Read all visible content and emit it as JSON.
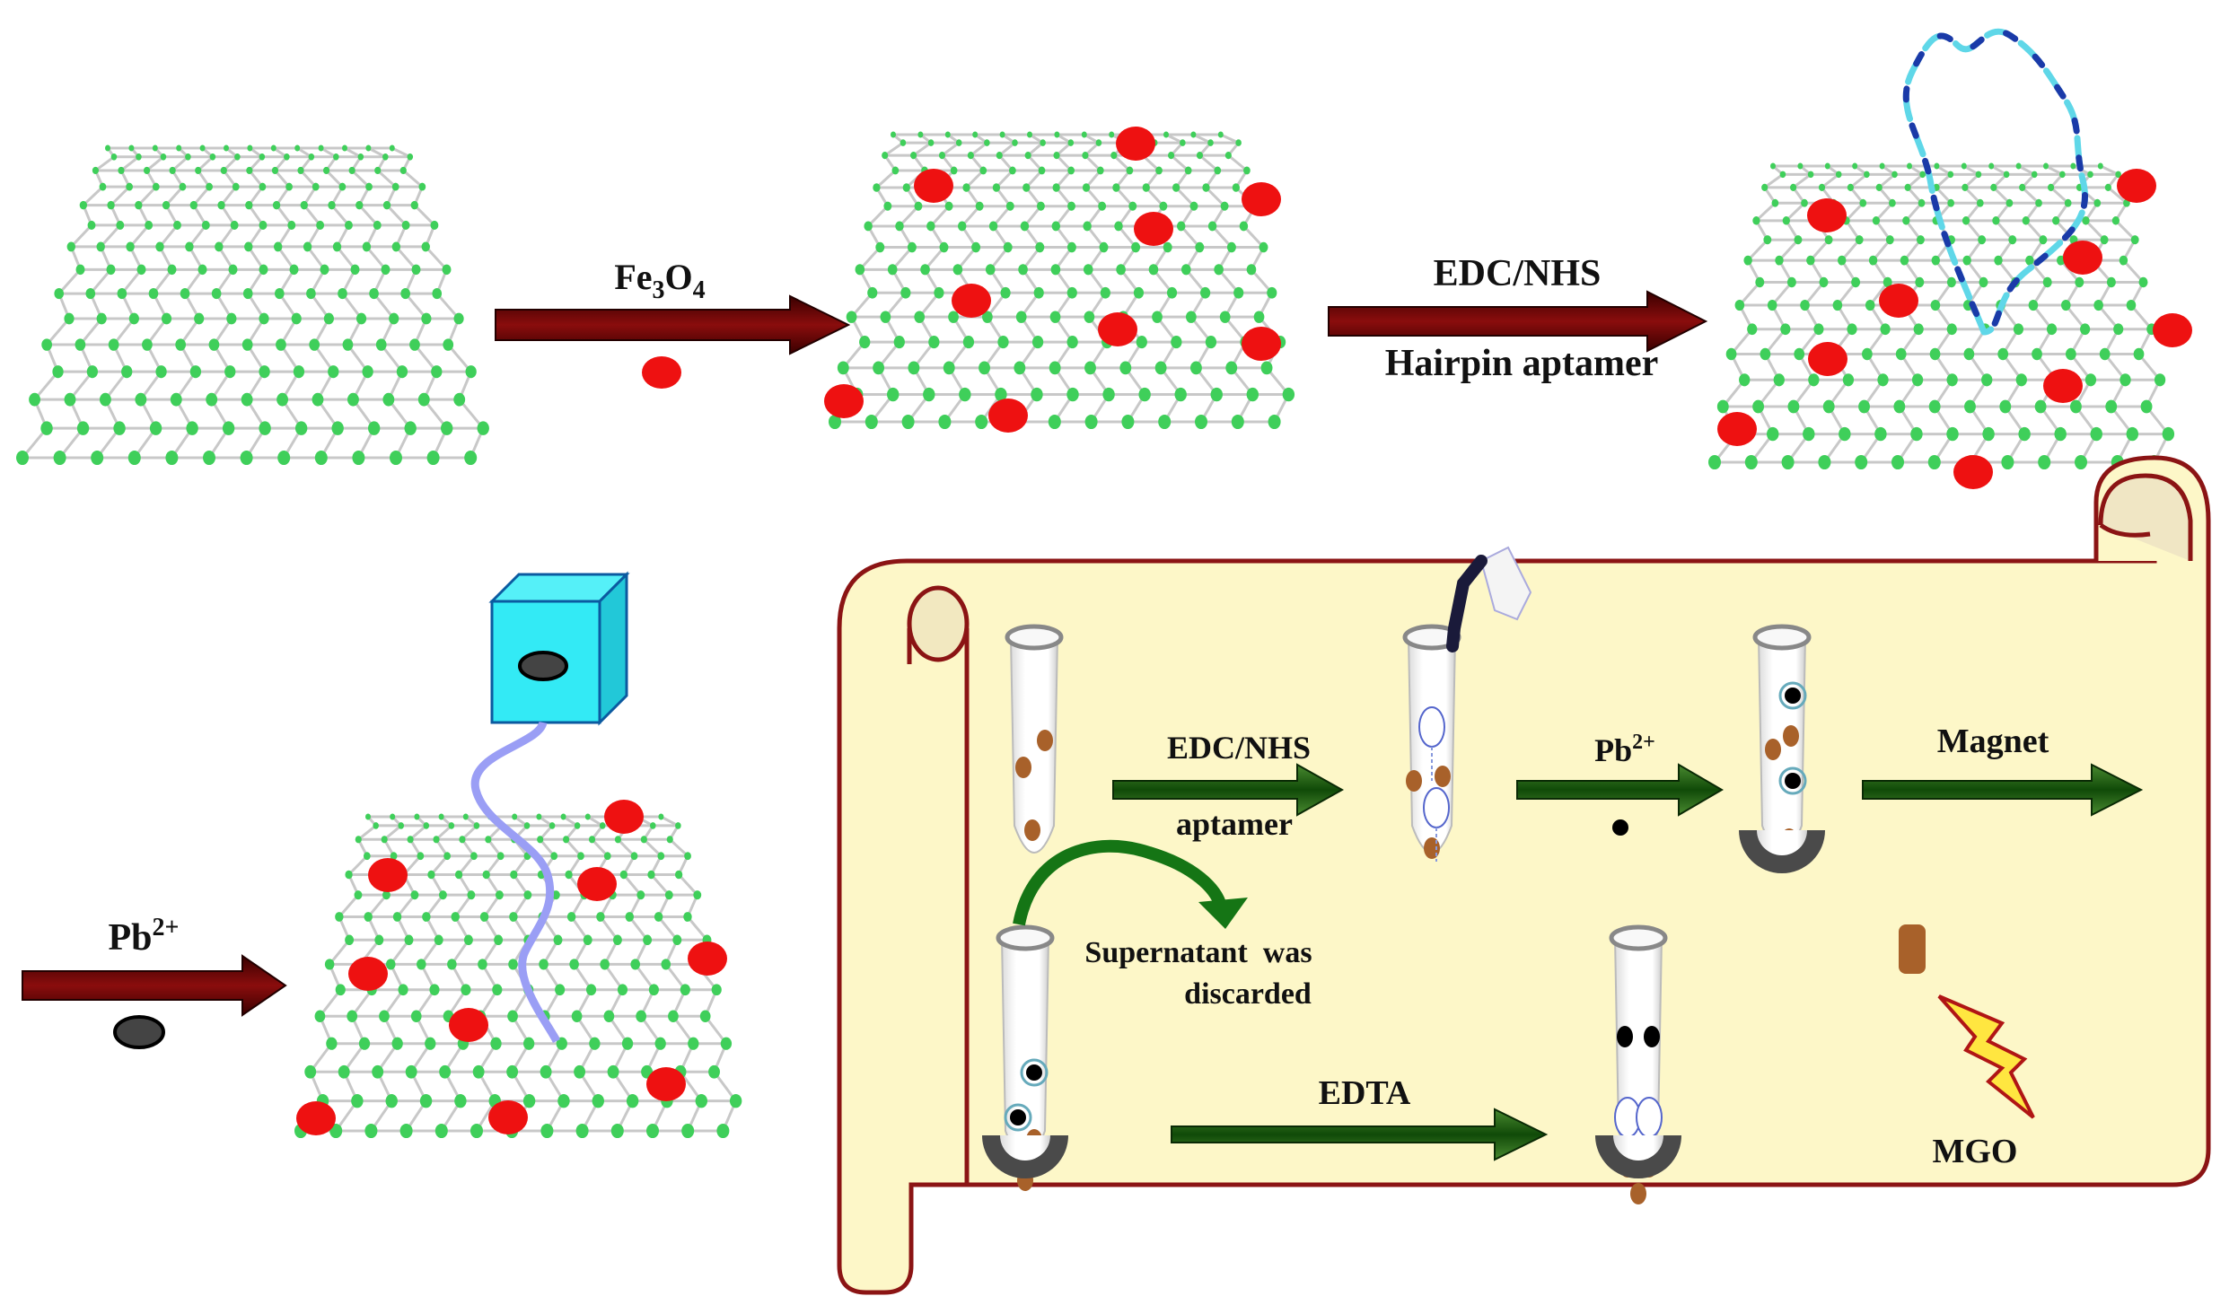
{
  "steps": {
    "step1": {
      "label": "Fe",
      "sub1": "3",
      "mid": "O",
      "sub2": "4"
    },
    "step2": {
      "label_top": "EDC/NHS",
      "label_bottom": "Hairpin aptamer"
    },
    "step3": {
      "label": "Pb",
      "sup": "2+"
    }
  },
  "procedure": {
    "arrow1": {
      "label_top": "EDC/NHS",
      "label_bottom": "aptamer"
    },
    "arrow2": {
      "label": "Pb",
      "sup": "2+"
    },
    "arrow3": {
      "label": "Magnet"
    },
    "discard": {
      "line1": "Supernatant  was",
      "line2": "discarded"
    },
    "arrow4": {
      "label": "EDTA"
    },
    "legend": {
      "label": "MGO"
    }
  },
  "colors": {
    "graphene_atom": "#3fcf5a",
    "graphene_bond": "#c8c8c8",
    "fe3o4": "#ee1111",
    "arrow_red": "#7a0a0a",
    "arrow_green": "#1e5a10",
    "scroll_fill": "#fdf7c8",
    "scroll_stroke": "#8b1414",
    "lead_ion": "#333333",
    "cube": "#33e6f0"
  }
}
